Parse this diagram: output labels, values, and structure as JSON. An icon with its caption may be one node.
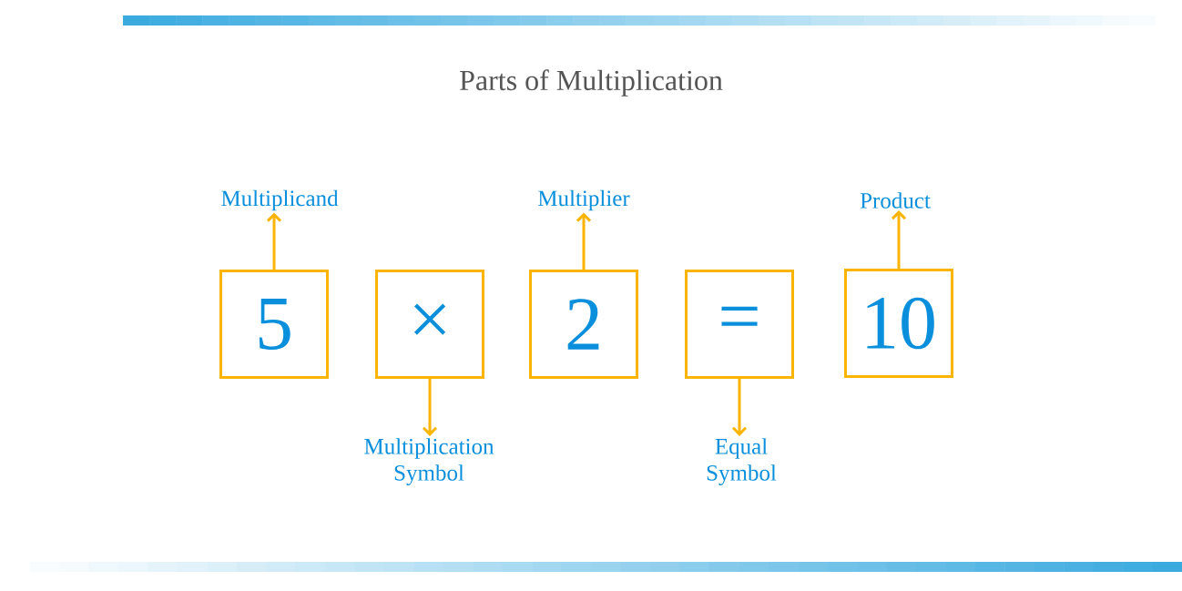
{
  "diagram": {
    "title": "Parts of Multiplication",
    "nodes": [
      {
        "text": [
          "5"
        ]
      },
      {
        "text": [
          "×"
        ]
      },
      {
        "text": [
          "2"
        ]
      },
      {
        "text": [
          "="
        ]
      },
      {
        "text": [
          "10"
        ]
      },
      {
        "text": [
          "Multiplicand"
        ]
      },
      {
        "text": [
          "Multiplication Symbol"
        ]
      },
      {
        "text": [
          "Multiplier"
        ]
      },
      {
        "text": [
          "Equal Symbol"
        ]
      },
      {
        "text": [
          "Product"
        ]
      }
    ],
    "edges": [
      {
        "from": 0,
        "to": 5,
        "arrow": "to"
      },
      {
        "from": 1,
        "to": 6,
        "arrow": "to"
      },
      {
        "from": 2,
        "to": 7,
        "arrow": "to"
      },
      {
        "from": 3,
        "to": 8,
        "arrow": "to"
      },
      {
        "from": 4,
        "to": 9,
        "arrow": "to"
      }
    ]
  }
}
